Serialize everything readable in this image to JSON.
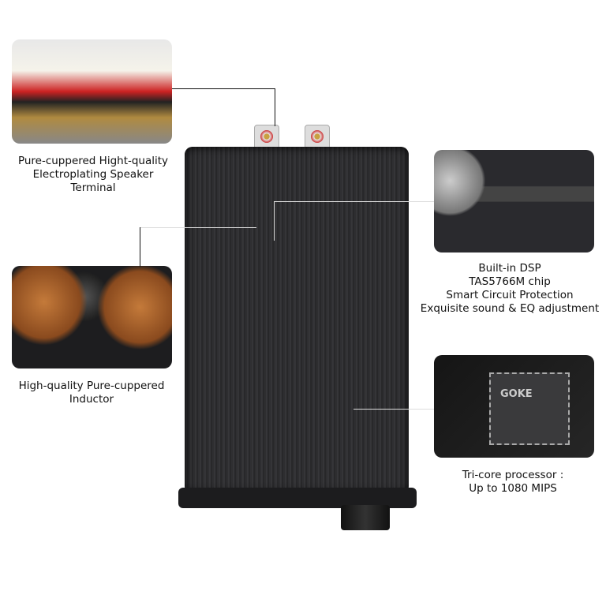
{
  "callouts": [
    {
      "id": "speaker-terminal",
      "lines": [
        "Pure-cuppered Hight-quality",
        "Electroplating Speaker",
        "Terminal"
      ]
    },
    {
      "id": "inductor",
      "lines": [
        "High-quality Pure-cuppered",
        "Inductor"
      ]
    },
    {
      "id": "dsp",
      "lines": [
        "Built-in DSP",
        "TAS5766M chip",
        "Smart Circuit Protection",
        "Exquisite sound & EQ adjustment"
      ]
    },
    {
      "id": "processor",
      "lines": [
        "Tri-core processor :",
        "Up to 1080 MIPS"
      ]
    }
  ],
  "chip_logo": "GOKE",
  "colors": {
    "device": "#2e2e30",
    "rca_red": "#cc3333"
  }
}
